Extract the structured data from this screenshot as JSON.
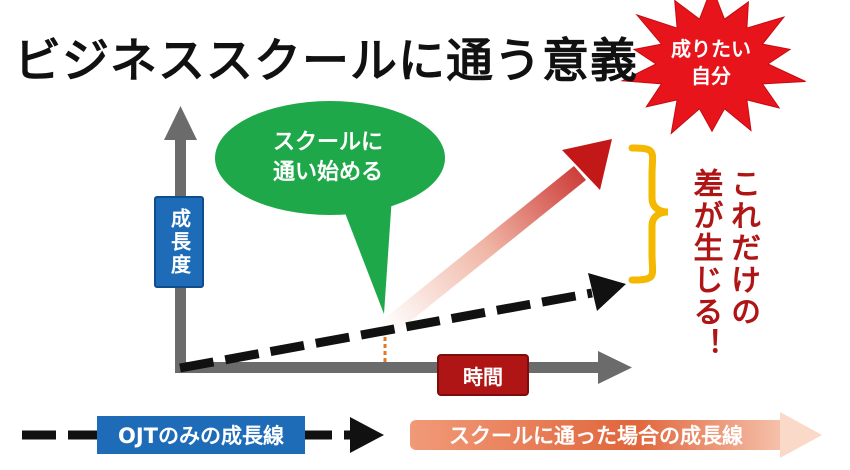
{
  "title": "ビジネススクールに通う意義",
  "axes": {
    "y_label": "成長度",
    "x_label": "時間"
  },
  "bubble": {
    "text": "スクールに\n通い始める",
    "color": "#1fa84a"
  },
  "starburst": {
    "text": "成りたい\n自分",
    "color": "#e8141c"
  },
  "difference_text": "これだけの\n差が生じる！",
  "legend": {
    "ojt_label": "OJTのみの成長線",
    "school_label": "スクールに通った場合の成長線"
  },
  "colors": {
    "axis": "#6b6b6b",
    "ojt_line": "#111111",
    "school_arrow": "#c21818",
    "brace": "#f5b800",
    "blue_box": "#1e6bb8",
    "red_box": "#b01515",
    "dotted_marker": "#e07a2a"
  }
}
